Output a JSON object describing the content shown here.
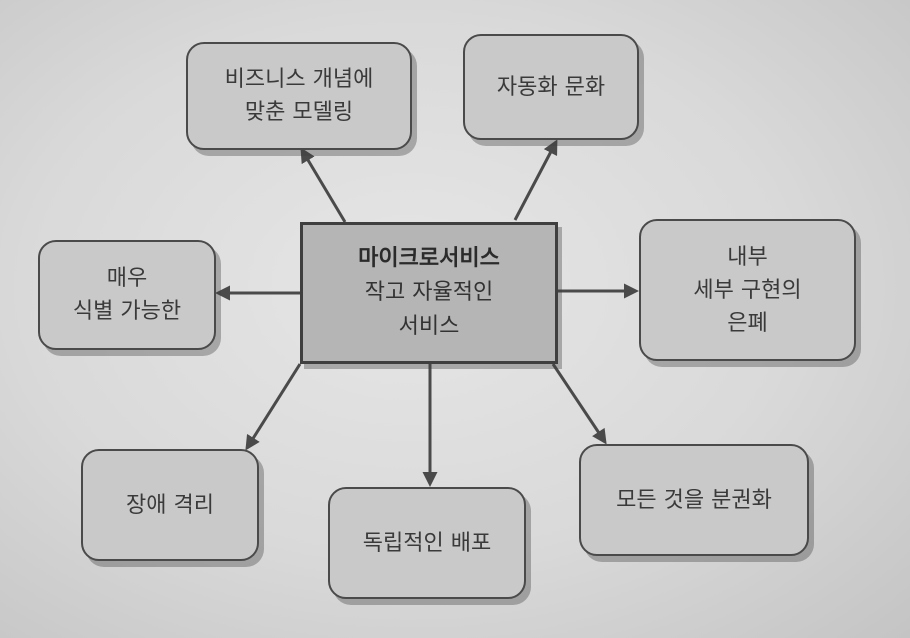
{
  "center": {
    "title": "마이크로서비스",
    "line2": "작고 자율적인",
    "line3": "서비스"
  },
  "nodes": {
    "business_modeling": "비즈니스 개념에\n맞춘 모델링",
    "automation_culture": "자동화 문화",
    "highly_observable": "매우\n식별 가능한",
    "hide_internals": "내부\n세부 구현의\n은폐",
    "failure_isolation": "장애 격리",
    "independent_deploy": "독립적인 배포",
    "decentralize": "모든 것을 분권화"
  },
  "colors": {
    "box_fill": "#c9c9c9",
    "center_fill": "#b5b5b5",
    "stroke": "#4a4a4a"
  }
}
